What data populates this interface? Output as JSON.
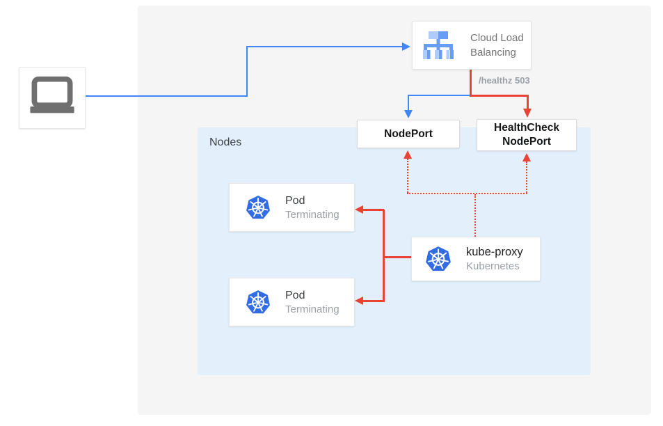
{
  "colors": {
    "blue": "#4285F4",
    "red": "#EA4335",
    "panel-gray": "#F5F5F6",
    "panel-blue": "#E3F0FC",
    "text-dark": "#3C4043"
  },
  "panels": {
    "nodes_label": "Nodes"
  },
  "edge_labels": {
    "healthz": "/healthz 503"
  },
  "nodes": {
    "client": {
      "icon": "laptop-icon"
    },
    "cloud_load_balancing": {
      "label": "Cloud Load Balancing",
      "icon": "cloud-load-balancing-icon"
    },
    "nodeport": {
      "label": "NodePort"
    },
    "healthcheck_nodeport": {
      "label": "HealthCheck NodePort"
    },
    "pod_1": {
      "title": "Pod",
      "status": "Terminating",
      "icon": "kubernetes-icon"
    },
    "pod_2": {
      "title": "Pod",
      "status": "Terminating",
      "icon": "kubernetes-icon"
    },
    "kube_proxy": {
      "title": "kube-proxy",
      "subtitle": "Kubernetes",
      "icon": "kubernetes-icon"
    }
  }
}
